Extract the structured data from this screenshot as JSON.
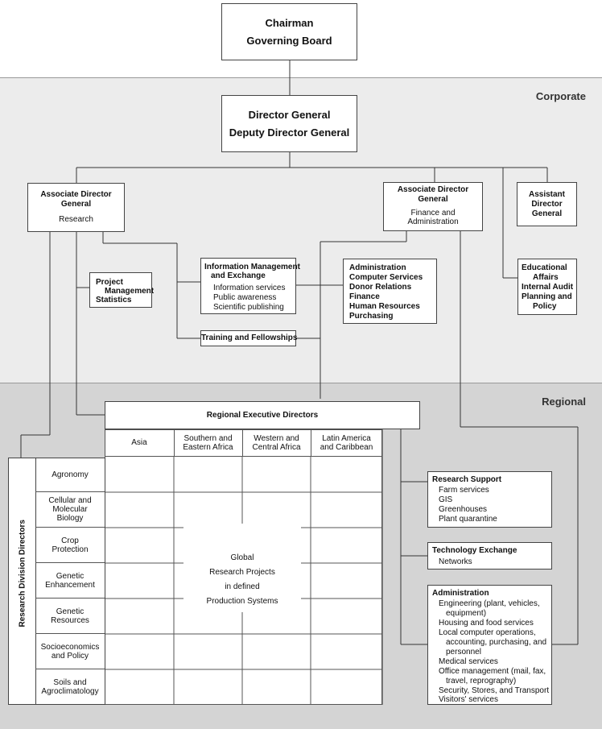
{
  "bands": {
    "corporate": "Corporate",
    "regional": "Regional"
  },
  "chairman": [
    "Chairman",
    "Governing Board"
  ],
  "director": [
    "Director General",
    "Deputy Director General"
  ],
  "adg_research": {
    "title": [
      "Associate Director",
      "General"
    ],
    "sub": "Research"
  },
  "adg_finance": {
    "title": [
      "Associate Director",
      "General"
    ],
    "sub": [
      "Finance and",
      "Administration"
    ]
  },
  "asst_dg": [
    "Assistant",
    "Director",
    "General"
  ],
  "project_mgmt": [
    "Project",
    "Management",
    "Statistics"
  ],
  "info_mgmt": {
    "title": [
      "Information Management",
      "and Exchange"
    ],
    "items": [
      "Information services",
      "Public awareness",
      "Scientific publishing"
    ]
  },
  "training": "Training and Fellowships",
  "admin_box": [
    "Administration",
    "Computer Services",
    "Donor Relations",
    "Finance",
    "Human Resources",
    "Purchasing"
  ],
  "edu_box": [
    "Educational",
    "Affairs",
    "Internal Audit",
    "Planning and",
    "Policy"
  ],
  "regional_exec": "Regional Executive Directors",
  "regions": [
    [
      "Asia"
    ],
    [
      "Southern and",
      "Eastern  Africa"
    ],
    [
      "Western and",
      "Central Africa"
    ],
    [
      "Latin America",
      "and Caribbean"
    ]
  ],
  "division_directors": "Research Division Directors",
  "divisions": [
    [
      "Agronomy"
    ],
    [
      "Cellular and",
      "Molecular",
      "Biology"
    ],
    [
      "Crop",
      "Protection"
    ],
    [
      "Genetic",
      "Enhancement"
    ],
    [
      "Genetic",
      "Resources"
    ],
    [
      "Socioeconomics",
      "and Policy"
    ],
    [
      "Soils and",
      "Agroclimatology"
    ]
  ],
  "global": [
    "Global",
    "Research Projects",
    "in defined",
    "Production Systems"
  ],
  "research_support": {
    "title": "Research Support",
    "items": [
      "Farm services",
      "GIS",
      "Greenhouses",
      "Plant quarantine"
    ]
  },
  "tech_exchange": {
    "title": "Technology Exchange",
    "items": [
      "Networks"
    ]
  },
  "administration": {
    "title": "Administration",
    "items": [
      [
        "Engineering (plant, vehicles,",
        "equipment)"
      ],
      [
        "Housing and food services"
      ],
      [
        "Local computer operations,",
        "accounting, purchasing, and",
        "personnel"
      ],
      [
        "Medical services"
      ],
      [
        "Office management (mail, fax,",
        "travel, reprography)"
      ],
      [
        "Security, Stores, and Transport"
      ],
      [
        "Visitors' services"
      ]
    ]
  }
}
